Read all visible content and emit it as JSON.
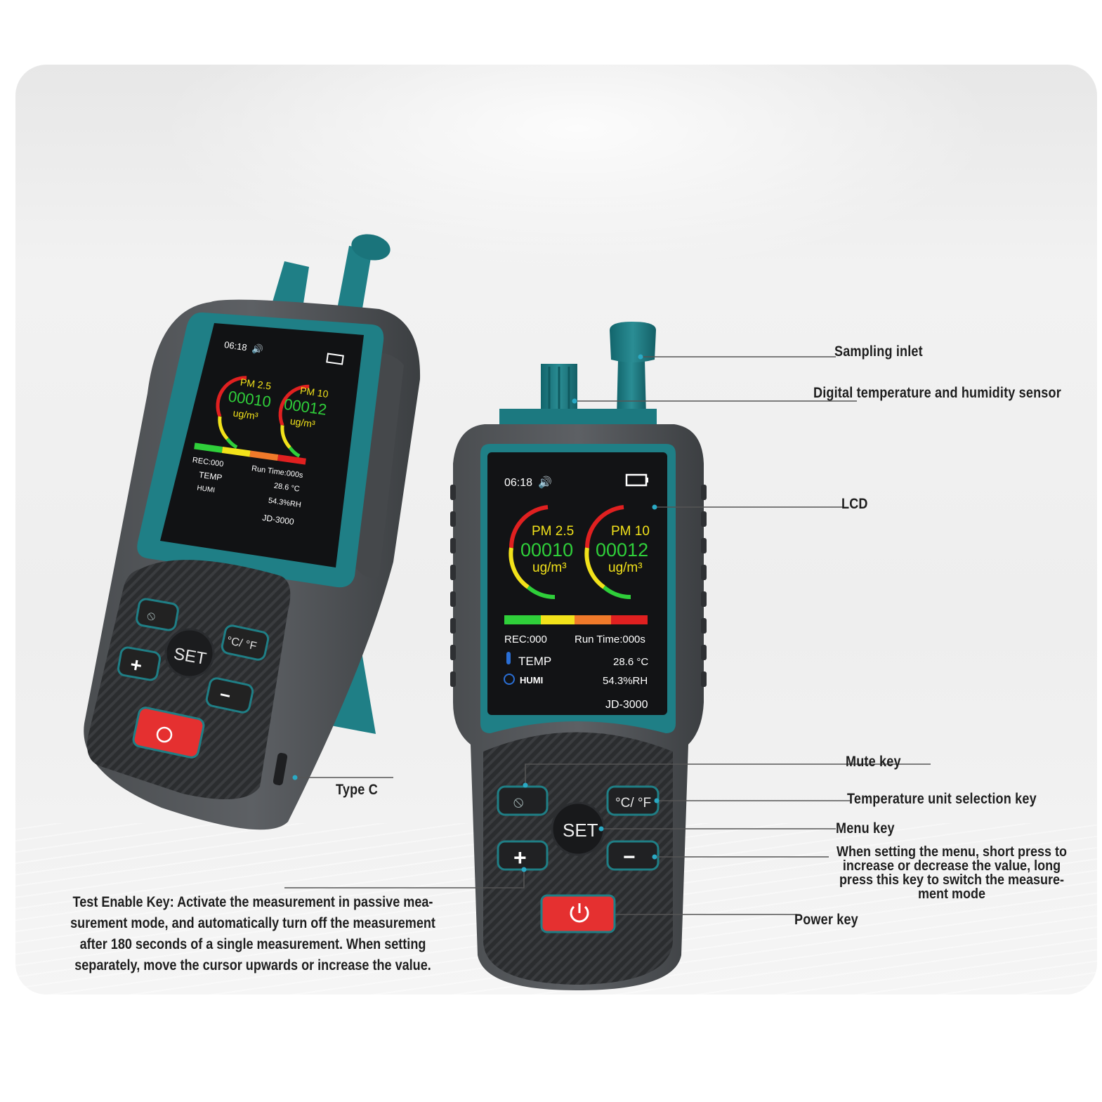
{
  "device": {
    "time": "06:18",
    "pm25_label": "PM 2.5",
    "pm25_value": "00010",
    "pm10_label": "PM 10",
    "pm10_value": "00012",
    "unit": "ug/m³",
    "rec": "REC:000",
    "run_time": "Run Time:000s",
    "temp_label": "TEMP",
    "temp_value": "28.6 °C",
    "humi_label": "HUMI",
    "humi_value": "54.3%RH",
    "model": "JD-3000",
    "key_set": "SET",
    "key_unit": "°C/ °F",
    "key_plus": "+",
    "key_minus": "−"
  },
  "callouts": {
    "sampling_inlet": "Sampling inlet",
    "th_sensor": "Digital temperature and humidity sensor",
    "lcd": "LCD",
    "mute_key": "Mute key",
    "unit_key": "Temperature unit selection key",
    "menu_key": "Menu key",
    "minus_desc_1": "When setting the menu, short press to",
    "minus_desc_2": "increase or decrease the value, long",
    "minus_desc_3": "press this key to switch the measure-",
    "minus_desc_4": "ment mode",
    "power_key": "Power key",
    "type_c": "Type C",
    "test_enable_1": "Test Enable Key: Activate the measurement in passive mea-",
    "test_enable_2": "surement mode, and automatically turn off the measurement",
    "test_enable_3": "after 180 seconds of a single measurement. When setting",
    "test_enable_4": "separately, move the cursor upwards or increase the value."
  },
  "colors": {
    "teal": "#1f7f86",
    "body_dark": "#3a3d40",
    "power_red": "#e53030",
    "gauge_red": "#e02020",
    "gauge_yellow": "#f2e21a",
    "gauge_green": "#2fcf3a"
  }
}
